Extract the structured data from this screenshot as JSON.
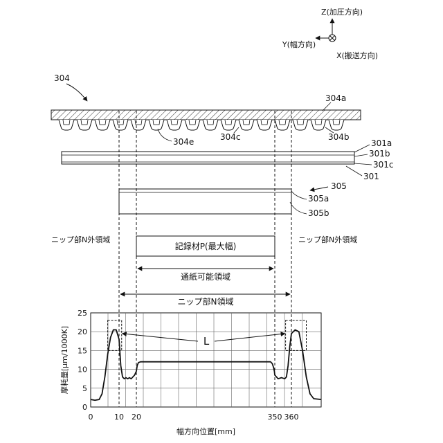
{
  "axes_indicator": {
    "z_label": "Z(加圧方向)",
    "y_label": "Y(幅方向)",
    "x_label": "X(搬送方向)"
  },
  "labels": {
    "ref_304": "304",
    "ref_304a": "304a",
    "ref_304b": "304b",
    "ref_304c": "304c",
    "ref_304e": "304e",
    "ref_301": "301",
    "ref_301a": "301a",
    "ref_301b": "301b",
    "ref_301c": "301c",
    "ref_305": "305",
    "ref_305a": "305a",
    "ref_305b": "305b",
    "nip_outer_left": "ニップ部N外領域",
    "nip_outer_right": "ニップ部N外領域",
    "recording_material": "記録材P(最大幅)",
    "pass_region": "通紙可能領域",
    "nip_region": "ニップ部N領域",
    "callout_L": "L"
  },
  "chart_data": {
    "type": "line",
    "xlabel": "幅方向位置[mm]",
    "ylabel": "摩耗量[μm/1000K]",
    "xticks": [
      "0",
      "10",
      "20",
      "350",
      "360"
    ],
    "yticks": [
      "0",
      "5",
      "10",
      "15",
      "20",
      "25"
    ],
    "ylim": [
      0,
      25
    ],
    "grid": true,
    "series": [
      {
        "points": [
          [
            0,
            2.0
          ],
          [
            1.5,
            1.8
          ],
          [
            3,
            2.0
          ],
          [
            4,
            3.5
          ],
          [
            5,
            8.0
          ],
          [
            6,
            14.0
          ],
          [
            7,
            18.5
          ],
          [
            8,
            20.5
          ],
          [
            9,
            20.5
          ],
          [
            10,
            18.0
          ],
          [
            11,
            11.0
          ],
          [
            12,
            8.0
          ],
          [
            13,
            7.5
          ],
          [
            14,
            7.8
          ],
          [
            15,
            7.5
          ],
          [
            16,
            7.8
          ],
          [
            17,
            7.5
          ],
          [
            19,
            8.5
          ],
          [
            20,
            9.5
          ],
          [
            22,
            11.0
          ],
          [
            25,
            11.8
          ],
          [
            30,
            12.0
          ],
          [
            100,
            12.0
          ],
          [
            200,
            12.0
          ],
          [
            300,
            12.0
          ],
          [
            340,
            12.0
          ],
          [
            344,
            11.5
          ],
          [
            347,
            10.5
          ],
          [
            349,
            9.5
          ],
          [
            350,
            8.5
          ],
          [
            352,
            7.5
          ],
          [
            354,
            7.8
          ],
          [
            356,
            7.5
          ],
          [
            357,
            8.0
          ],
          [
            358,
            11.0
          ],
          [
            359,
            16.0
          ],
          [
            360,
            19.5
          ],
          [
            361,
            20.5
          ],
          [
            362,
            20.0
          ],
          [
            363,
            15.0
          ],
          [
            364,
            8.0
          ],
          [
            365,
            3.5
          ],
          [
            366,
            2.2
          ],
          [
            368,
            2.0
          ]
        ]
      }
    ]
  }
}
